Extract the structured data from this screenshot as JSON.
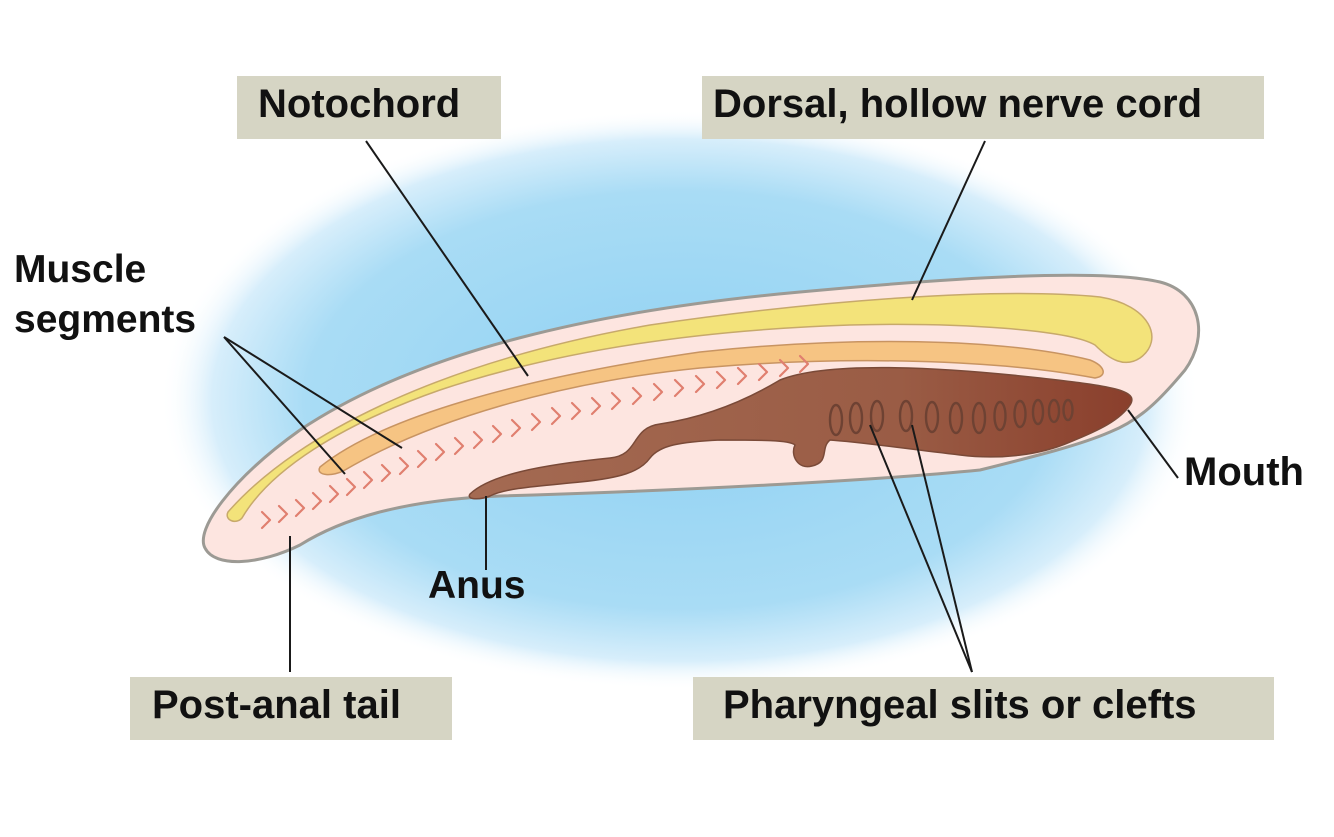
{
  "labels": {
    "notochord": "Notochord",
    "nerve_cord": "Dorsal, hollow nerve cord",
    "muscle_line1": "Muscle",
    "muscle_line2": "segments",
    "mouth": "Mouth",
    "anus": "Anus",
    "tail": "Post-anal tail",
    "pharyngeal": "Pharyngeal slits or clefts"
  },
  "colors": {
    "label_box": "#d6d5c4",
    "background_glow": "#8fd1f2",
    "body_fill": "#fde5e0",
    "body_outline": "#9c9a94",
    "nerve_cord": "#f3e37a",
    "notochord": "#f6c483",
    "gut": "#a46a52",
    "muscle_chevrons": "#e07f6f"
  }
}
